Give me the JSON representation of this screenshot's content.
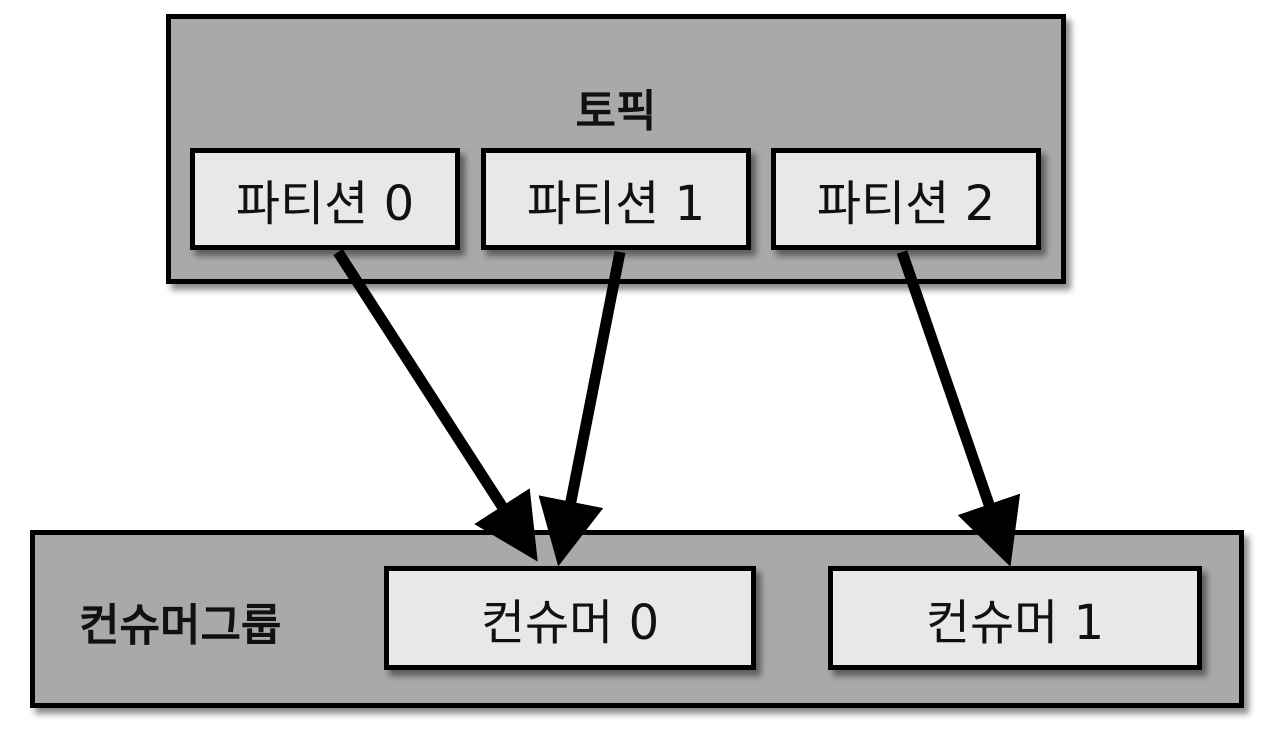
{
  "topic": {
    "title": "토픽"
  },
  "partitions": [
    {
      "label": "파티션 0"
    },
    {
      "label": "파티션 1"
    },
    {
      "label": "파티션 2"
    }
  ],
  "consumer_group": {
    "title": "컨슈머그룹",
    "consumers": [
      {
        "label": "컨슈머 0"
      },
      {
        "label": "컨슈머 1"
      }
    ]
  },
  "edges": [
    {
      "from": "파티션 0",
      "to": "컨슈머 0"
    },
    {
      "from": "파티션 1",
      "to": "컨슈머 0"
    },
    {
      "from": "파티션 2",
      "to": "컨슈머 1"
    }
  ]
}
